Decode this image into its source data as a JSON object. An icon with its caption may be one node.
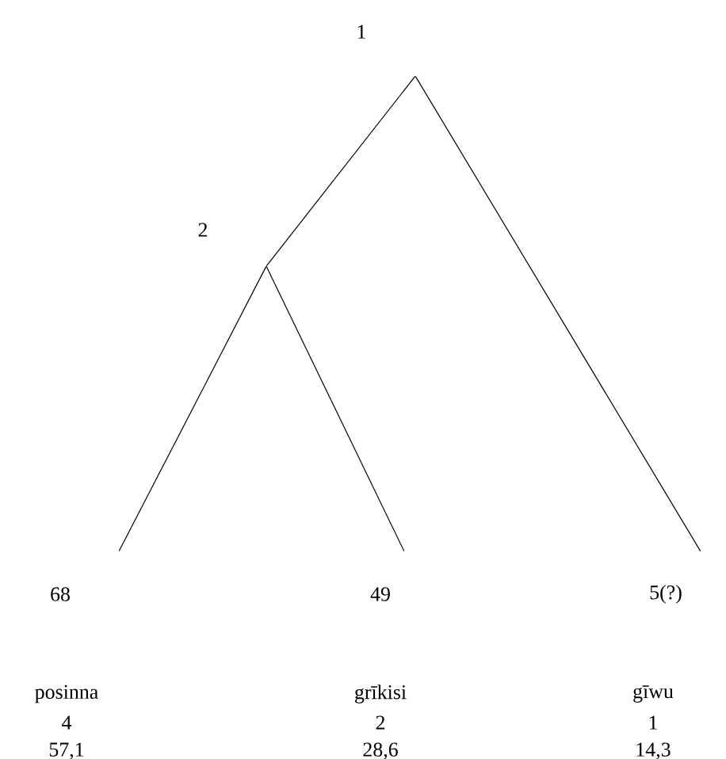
{
  "diagram": {
    "nodes": [
      {
        "text": [
          "1"
        ]
      },
      {
        "text": [
          "2"
        ]
      },
      {
        "text": [
          "68"
        ],
        "beside": [
          "posinna",
          "4",
          "57,1"
        ]
      },
      {
        "text": [
          "49"
        ],
        "beside": [
          "grīkisi",
          "2",
          "28,6"
        ]
      },
      {
        "text": [
          "5(?)"
        ],
        "beside": [
          "gīwu",
          "1",
          "14,3"
        ]
      }
    ],
    "edges": [
      {
        "from": 0,
        "to": 1,
        "arrow": "none"
      },
      {
        "from": 0,
        "to": 4,
        "arrow": "none"
      },
      {
        "from": 1,
        "to": 2,
        "arrow": "none"
      },
      {
        "from": 1,
        "to": 3,
        "arrow": "none"
      }
    ]
  }
}
